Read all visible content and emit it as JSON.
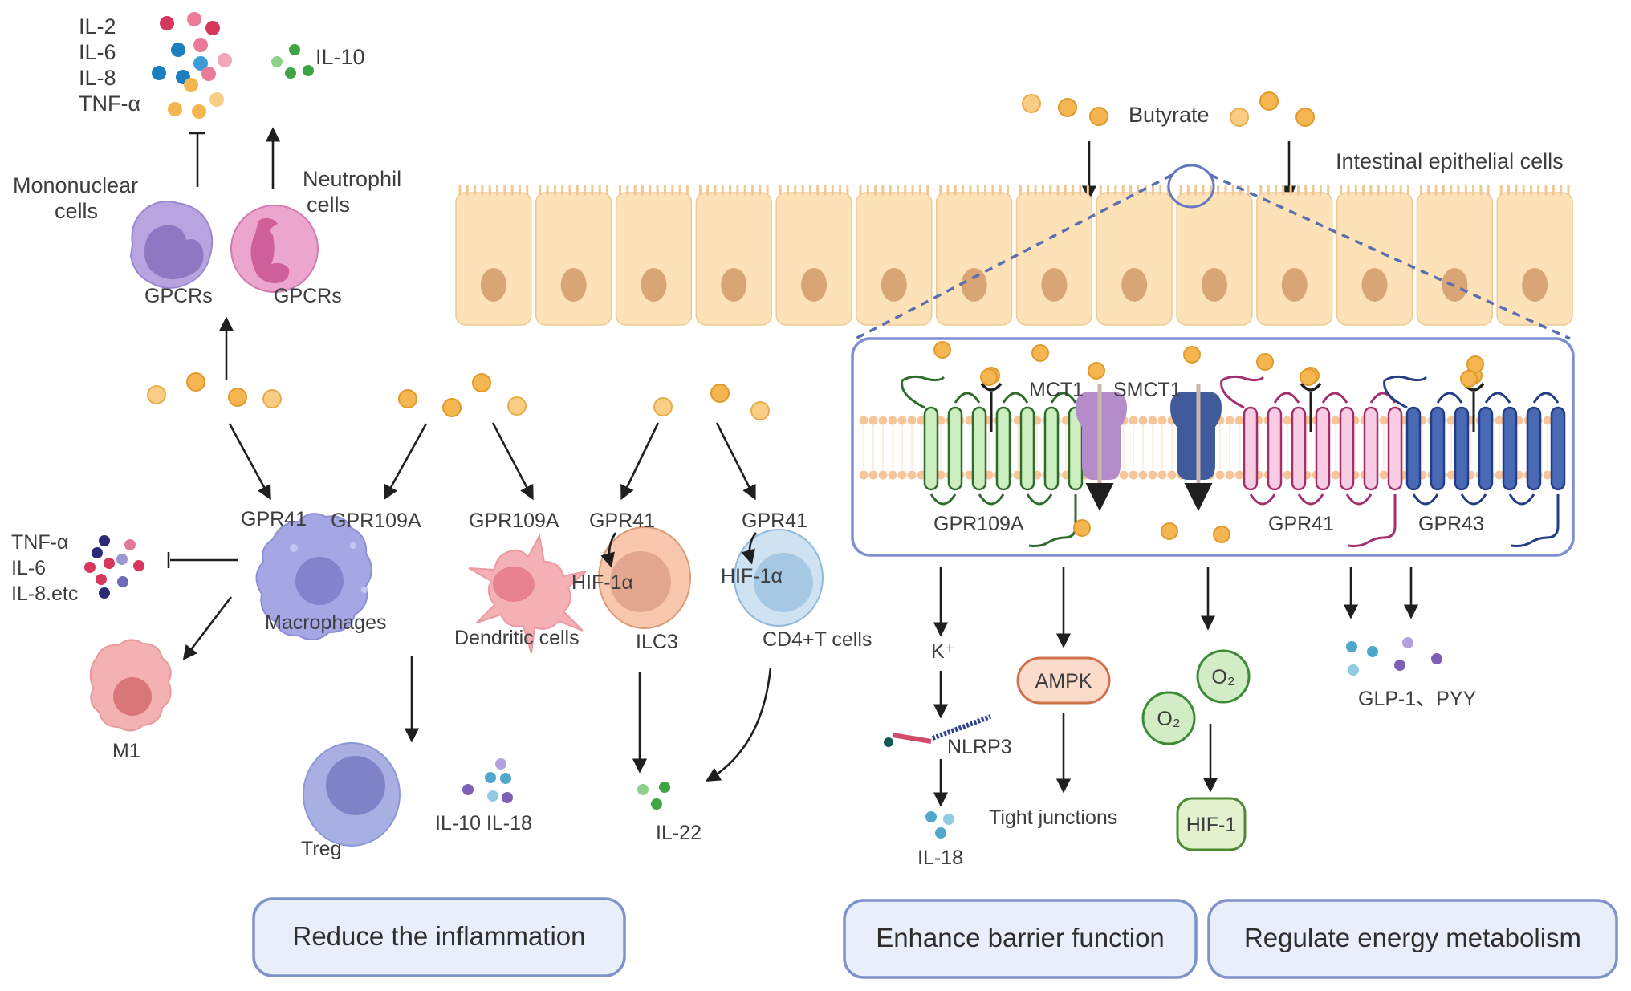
{
  "title": "Mechanisms of butyrate action",
  "top_left": {
    "cytokines_up_labels": [
      "IL-2",
      "IL-6",
      "IL-8",
      "TNF-α"
    ],
    "il10_label": "IL-10",
    "mononuclear_label_line1": "Mononuclear",
    "mononuclear_label_line2": "cells",
    "neutrophil_label_line1": "Neutrophil",
    "neutrophil_label_line2": "cells",
    "gpcrs_label_1": "GPCRs",
    "gpcrs_label_2": "GPCRs"
  },
  "immune": {
    "macrophage_receptor_1": "GPR41",
    "macrophage_receptor_2": "GPR109A",
    "dendritic_receptor": "GPR109A",
    "ilc3_receptor": "GPR41",
    "cd4_receptor": "GPR41",
    "ilc3_hif": "HIF-1α",
    "cd4_hif": "HIF-1α",
    "macrophages_label": "Macrophages",
    "dendritic_label": "Dendritic cells",
    "ilc3_label": "ILC3",
    "cd4_label": "CD4+T cells",
    "inhibited_cytokines": [
      "TNF-α",
      "IL-6",
      "IL-8.etc"
    ],
    "m1_label": "M1",
    "treg_label": "Treg",
    "treg_cytokines_label": "IL-10 IL-18",
    "il22_label": "IL-22"
  },
  "epithelium": {
    "butyrate_label": "Butyrate",
    "cells_label": "Intestinal epithelial cells",
    "cell_count": 14
  },
  "membrane_panel": {
    "mct1_label": "MCT1",
    "smct1_label": "SMCT1",
    "receptors": [
      {
        "name": "GPR109A",
        "fill": "#cdeec0",
        "stroke": "#2f6b2a"
      },
      {
        "name": "GPR41",
        "fill": "#f8cde3",
        "stroke": "#a3306a"
      },
      {
        "name": "GPR43",
        "fill": "#4a69b5",
        "stroke": "#233d86"
      }
    ],
    "mct1_color": "#b48cc9",
    "smct1_color": "#3f5b9b"
  },
  "barrier": {
    "k_label": "K⁺",
    "nlrp3_label": "NLRP3",
    "il18_label": "IL-18",
    "ampk_label": "AMPK",
    "tight_junctions_label": "Tight junctions",
    "o2_label_1": "O₂",
    "o2_label_2": "O₂",
    "hif1_label": "HIF-1"
  },
  "metabolism": {
    "hormones_label": "GLP-1、PYY"
  },
  "outcomes": {
    "reduce_inflammation": "Reduce the inflammation",
    "enhance_barrier": "Enhance barrier function",
    "regulate_metabolism": "Regulate energy metabolism"
  },
  "colors": {
    "outcome_fill": "#e8eefa",
    "outcome_border": "#7f92c9",
    "butyrate": "#f5b651",
    "epithelium": "#fde2b8"
  }
}
